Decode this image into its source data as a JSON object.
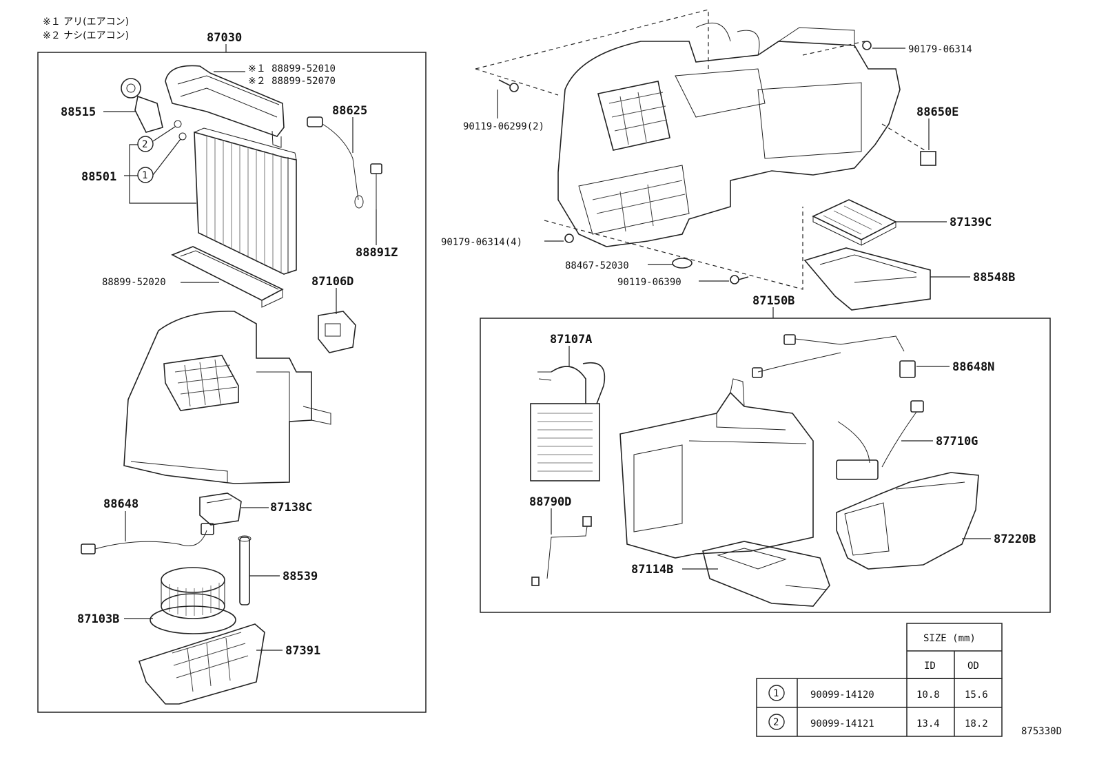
{
  "notes": {
    "note1": "※１ アリ(エアコン)",
    "note2": "※２ ナシ(エアコン)"
  },
  "labels": {
    "group_main": "87030",
    "p_88899_52010": "※１ 88899-52010",
    "p_88899_52070": "※２ 88899-52070",
    "p_88515": "88515",
    "p_88501": "88501",
    "p_88625": "88625",
    "p_88891Z": "88891Z",
    "p_88899_52020": "88899-52020",
    "p_87106D": "87106D",
    "p_88648": "88648",
    "p_87138C": "87138C",
    "p_88539": "88539",
    "p_87103B": "87103B",
    "p_87391": "87391",
    "p_90179_06314_top": "90179-06314",
    "p_90119_06299": "90119-06299(2)",
    "p_88650E": "88650E",
    "p_87139C": "87139C",
    "p_90179_06314_4": "90179-06314(4)",
    "p_88467_52030": "88467-52030",
    "p_90119_06390": "90119-06390",
    "p_88548B": "88548B",
    "group_heater": "87150B",
    "p_87107A": "87107A",
    "p_88648N": "88648N",
    "p_87710G": "87710G",
    "p_88790D": "88790D",
    "p_87220B": "87220B",
    "p_87114B": "87114B",
    "callout_1": "1",
    "callout_2": "2"
  },
  "size_table": {
    "header_size": "SIZE (mm)",
    "header_id": "ID",
    "header_od": "OD",
    "rows": [
      {
        "mark": "1",
        "part": "90099-14120",
        "id": "10.8",
        "od": "15.6"
      },
      {
        "mark": "2",
        "part": "90099-14121",
        "id": "13.4",
        "od": "18.2"
      }
    ]
  },
  "figure_code": "875330D"
}
